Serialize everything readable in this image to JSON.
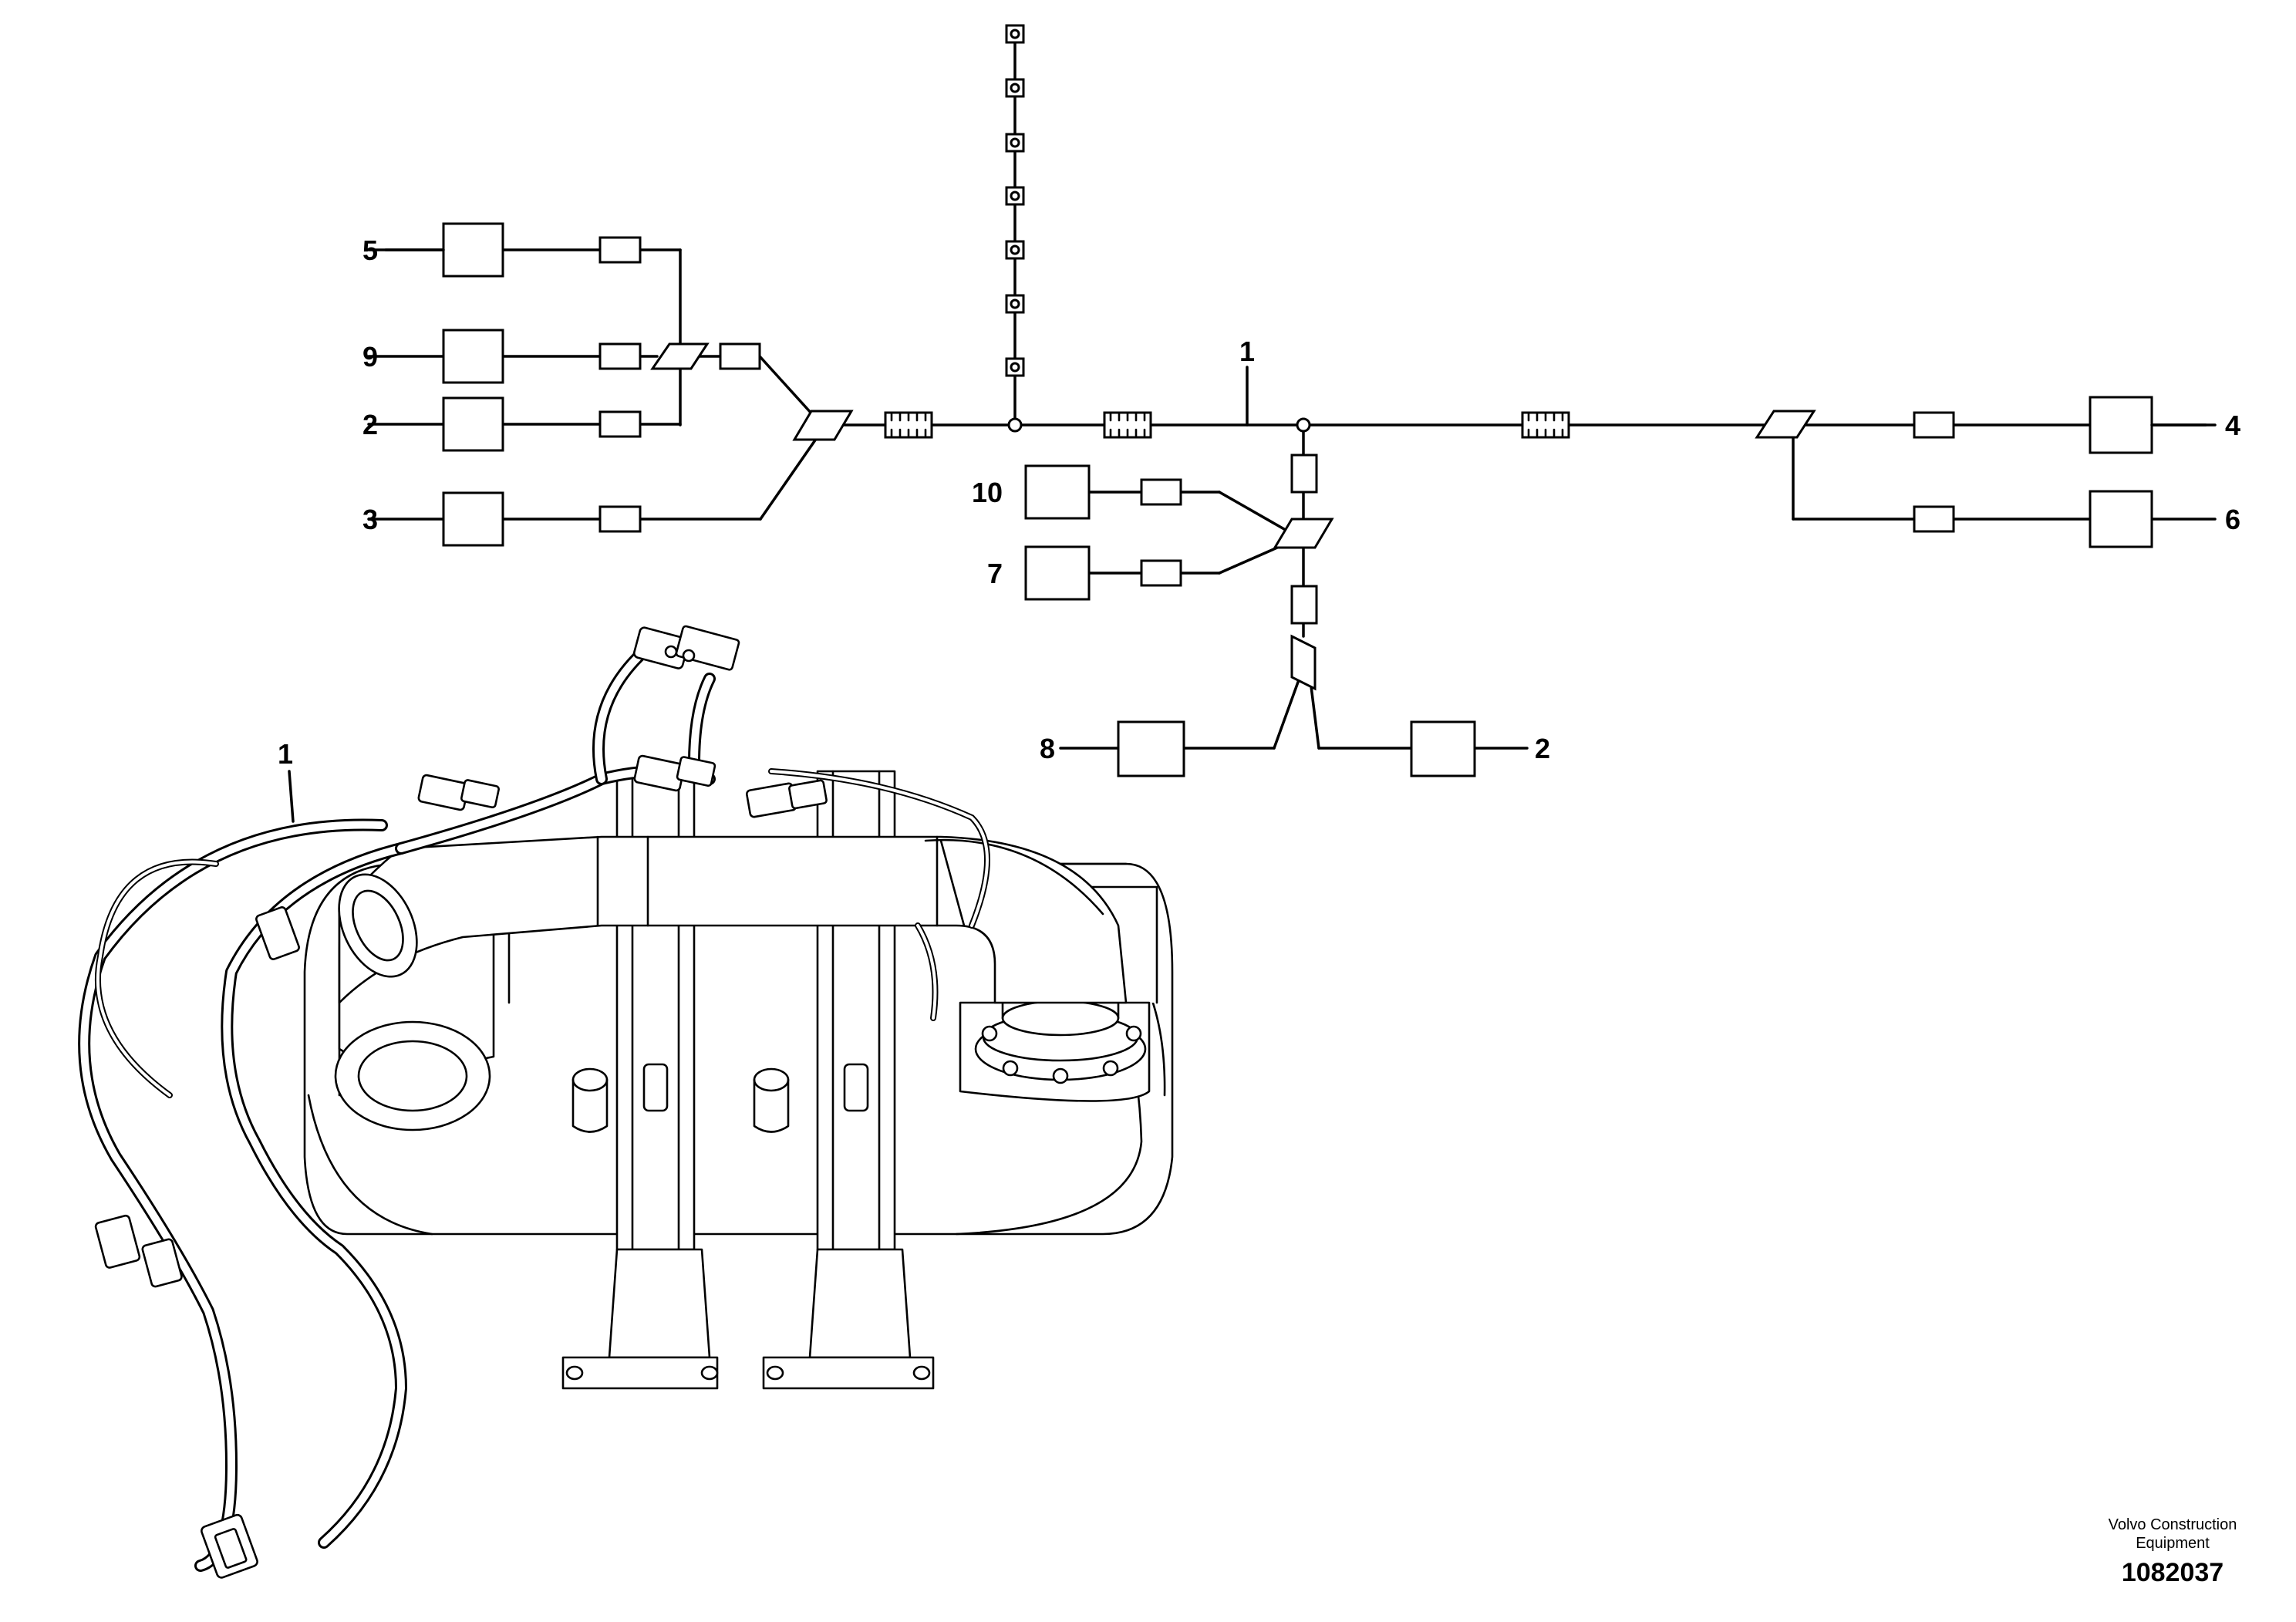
{
  "callouts": {
    "c1_schematic": "1",
    "c5": "5",
    "c9": "9",
    "c2_left": "2",
    "c3": "3",
    "c10": "10",
    "c7": "7",
    "c8": "8",
    "c2_bottom": "2",
    "c4": "4",
    "c6": "6",
    "c1_drawing": "1"
  },
  "footer": {
    "brand_line1": "Volvo Construction",
    "brand_line2": "Equipment",
    "doc_number": "1082037"
  },
  "icons": {
    "connector": "connector-box-icon",
    "splice": "splice-parallelogram-icon",
    "clip": "cable-clip-icon",
    "bellows": "corrugated-sleeve-icon"
  }
}
